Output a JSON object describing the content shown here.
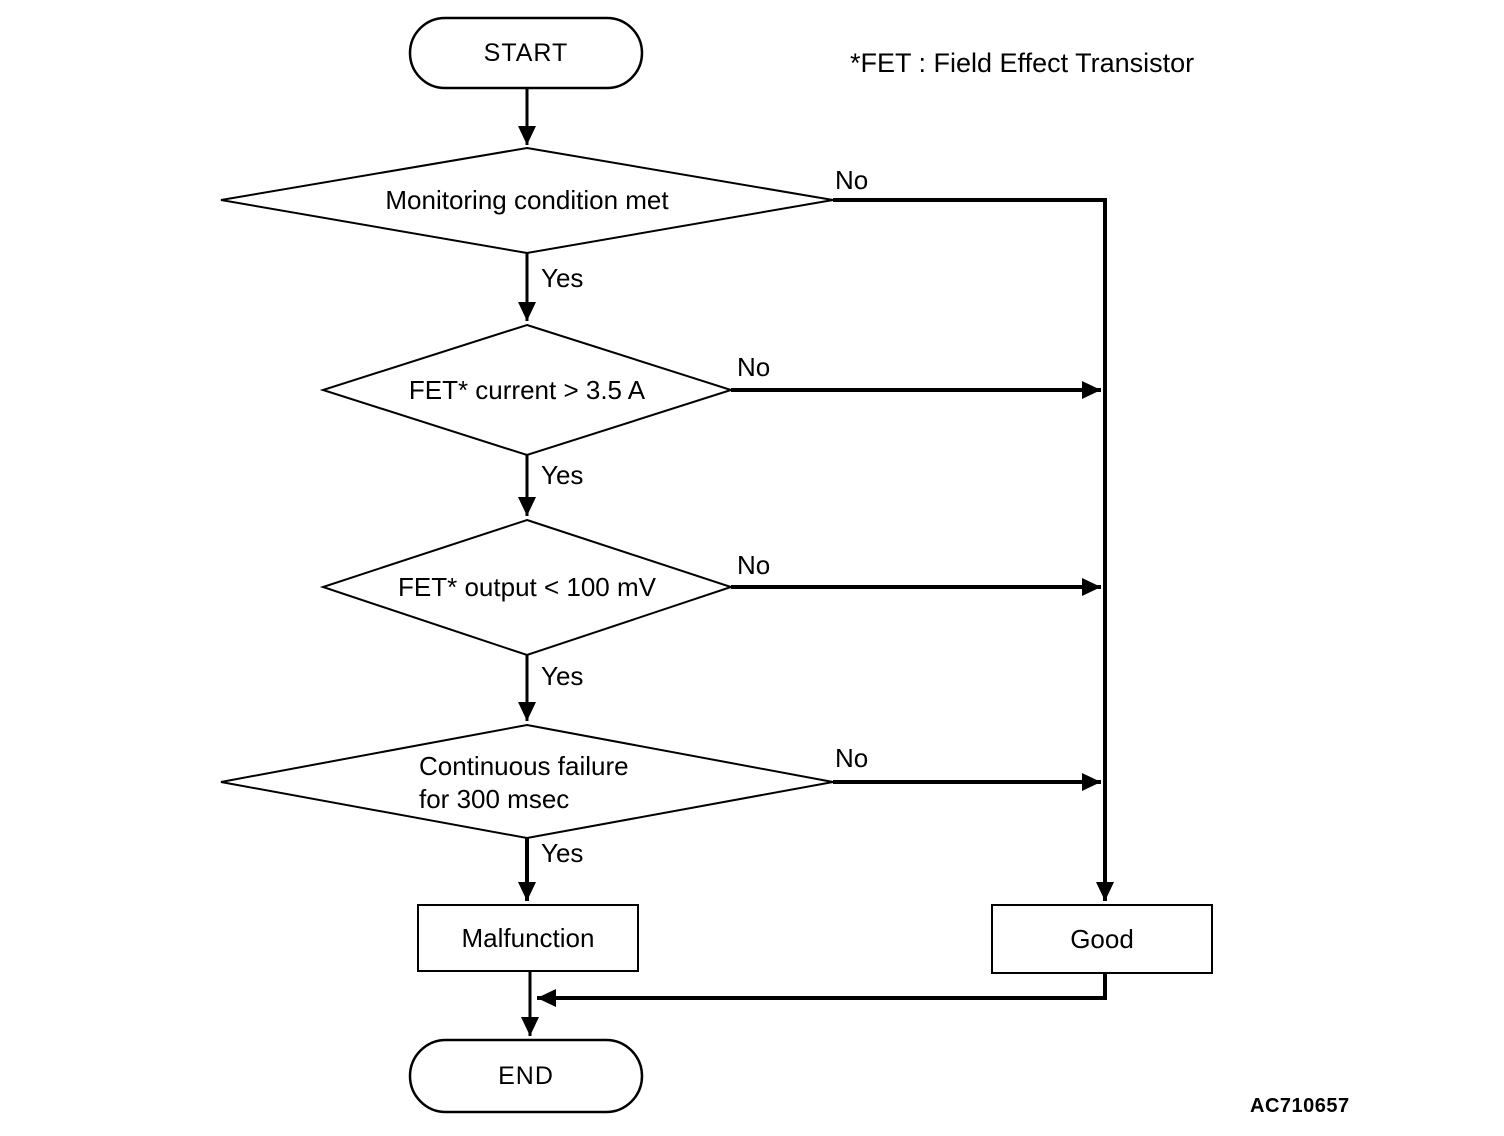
{
  "note": "*FET : Field Effect Transistor",
  "figure_code": "AC710657",
  "colors": {
    "line": "#000000",
    "background": "#ffffff"
  },
  "flowchart": {
    "nodes": {
      "start": {
        "type": "terminator",
        "label": "START"
      },
      "decision_monitoring": {
        "type": "decision",
        "label": "Monitoring condition met"
      },
      "decision_current": {
        "type": "decision",
        "label": "FET* current > 3.5 A"
      },
      "decision_output": {
        "type": "decision",
        "label": "FET* output < 100 mV"
      },
      "decision_failure": {
        "type": "decision",
        "line1": "Continuous failure",
        "line2": "for 300 msec"
      },
      "malfunction": {
        "type": "process",
        "label": "Malfunction"
      },
      "good": {
        "type": "process",
        "label": "Good"
      },
      "end": {
        "type": "terminator",
        "label": "END"
      }
    },
    "edges": {
      "yes1": "Yes",
      "yes2": "Yes",
      "yes3": "Yes",
      "yes4": "Yes",
      "no1": "No",
      "no2": "No",
      "no3": "No",
      "no4": "No"
    }
  }
}
